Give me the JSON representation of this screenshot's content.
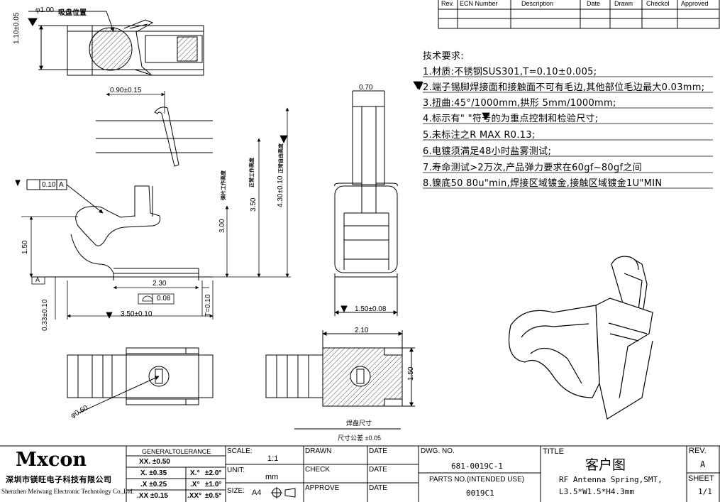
{
  "revision_table": {
    "headers": [
      "Rev.",
      "ECN Number",
      "Description",
      "Date",
      "Drawn",
      "Checkol",
      "Approved"
    ]
  },
  "requirements": {
    "title": "技术要求:",
    "items": [
      "1.材质:不锈钢SUS301,T=0.10±0.005;",
      "2.端子锡脚焊接面和接触面不可有毛边,其他部位毛边最大0.03mm;",
      "3.扭曲:45°/1000mm,拱形 5mm/1000mm;",
      "4.标示有\" \"符号的为重点控制和检验尺寸;",
      "5.未标注之R MAX R0.13;",
      "6.电镀须满足48小时盐雾测试;",
      "7.寿命测试>2万次,产品弹力要求在60gf~80gf之间",
      "8.镍底50 80u\"min,焊接区域镀金,接触区域镀金1U\"MIN"
    ]
  },
  "dimensions": {
    "phi100": "φ1.00",
    "suction": "吸盘位置",
    "d110": "1.10±0.05",
    "d090": "0.90±0.15",
    "d070": "0.70",
    "d010_tol": "0.10",
    "datum_a": "A",
    "d150_left": "1.50",
    "d300": "3.00",
    "d350": "3.50",
    "d430": "4.30±0.10",
    "d230": "2.30",
    "d008": "0.08",
    "t010": "T=0.10",
    "d033": "0.33±0.10",
    "d350w": "3.50±0.10",
    "d150w": "1.50±0.08",
    "d210": "2.10",
    "d150r": "1.50",
    "phi060": "φ0.60",
    "pad_label": "焊盘尺寸",
    "pad_tol": "尺寸公差 ±0.05",
    "v_label_1": "弹片工作高度",
    "v_label_2": "正常工作高度",
    "v_label_3": "正常自由高度"
  },
  "title_block": {
    "logo": "Mxcon",
    "company_cn": "深圳市镁旺电子科技有限公司",
    "company_en": "Shenzhen Meiwang Electronic Technology Co.,Ltd.",
    "tolerance_header": "GENERALTOLERANCE",
    "tol_rows": [
      [
        "XX. ±0.50",
        "",
        ""
      ],
      [
        "X. ±0.35",
        "X.°",
        "±2.0°"
      ],
      [
        ".X ±0.25",
        ".X°",
        "±1.0°"
      ],
      [
        ".XX ±0.15",
        ".XX°",
        "±0.5°"
      ]
    ],
    "scale_label": "SCALE:",
    "scale_value": "1:1",
    "unit_label": "UNIT:",
    "unit_value": "mm",
    "size_label": "SIZE:",
    "size_value": "A4",
    "drawn_label": "DRAWN",
    "check_label": "CHECK",
    "approve_label": "APPROVE",
    "date_label": "DATE",
    "dwg_label": "DWG. NO.",
    "dwg_value": "681-0019C-1",
    "parts_label": "PARTS NO.(INTENDED USE)",
    "parts_value": "0019C1",
    "title_label": "TITLE",
    "title_cn": "客户图",
    "title_en_1": "RF Antenna Spring,SMT,",
    "title_en_2": "L3.5*W1.5*H4.3mm",
    "rev_label": "REV.",
    "rev_value": "A",
    "sheet_label": "SHEET",
    "sheet_value": "1/1"
  }
}
